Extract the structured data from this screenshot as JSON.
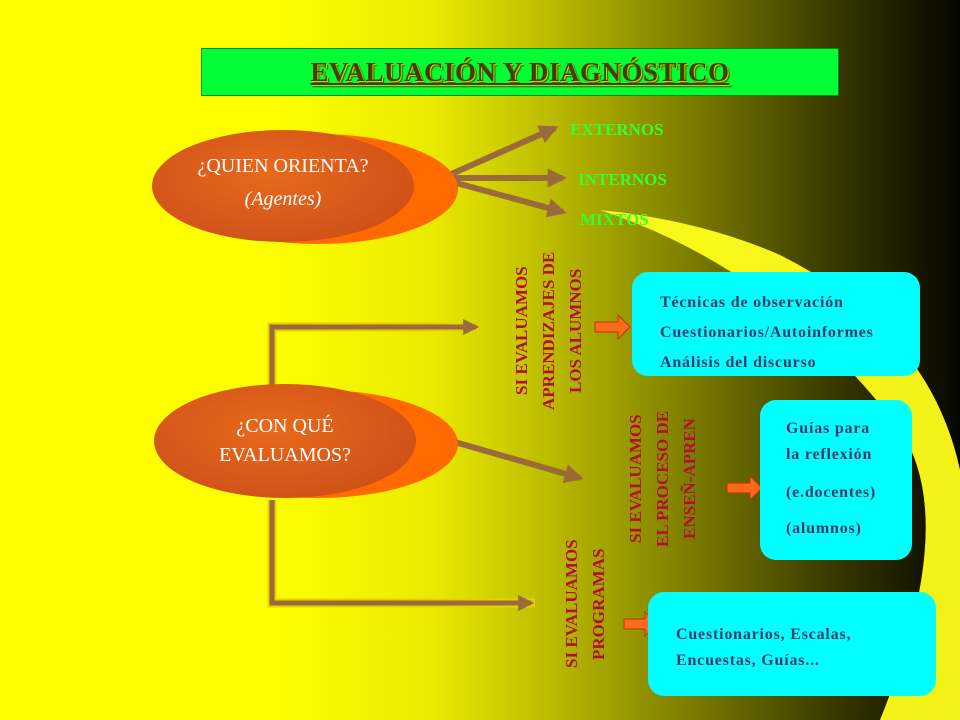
{
  "title": "EVALUACIÓN Y DIAGNÓSTICO",
  "agentes_oval": {
    "line1": "¿QUIEN ORIENTA?",
    "line2": "(Agentes)"
  },
  "agentes_types": [
    "EXTERNOS",
    "INTERNOS",
    "MIXTOS"
  ],
  "evaluamos_oval": {
    "line1": "¿CON QUÉ",
    "line2": "EVALUAMOS?"
  },
  "branches": {
    "aprendizajes": "SI EVALUAMOS\nAPRENDIZAJES DE\nLOS ALUMNOS",
    "proceso": "SI EVALUAMOS\nEL PROCESO DE\nENSEÑ-APREN",
    "programas": "SI EVALUAMOS\nPROGRAMAS"
  },
  "box_aprendizajes": [
    "Técnicas de observación",
    "Cuestionarios/Autoinformes",
    "Análisis del discurso"
  ],
  "box_proceso": [
    "Guías para",
    "la reflexión",
    "(e.docentes)",
    "(alumnos)"
  ],
  "box_programas": [
    "Cuestionarios, Escalas,",
    "Encuestas, Guías..."
  ],
  "colors": {
    "background_left": "#ffff00",
    "background_right": "#000000",
    "title_box": "#00ff33",
    "oval": "#d5561a",
    "oval_shadow": "#ff6a00",
    "arrow": "#9a6a3a",
    "box": "#00ffff",
    "vertical_text": "#b01030",
    "green_text": "#33ff33",
    "small_arrow": "#ff6a1a"
  }
}
